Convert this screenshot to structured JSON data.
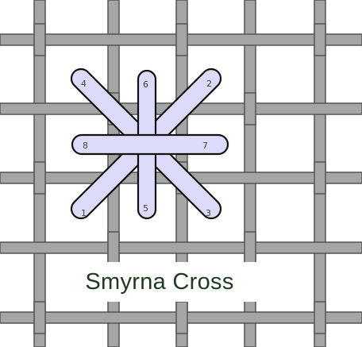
{
  "title": "Smyrna Cross",
  "colors": {
    "background": "#ffffff",
    "thread_fill": "#a5a5a5",
    "thread_outline": "#555555",
    "stitch_fill": "#dcdcfa",
    "stitch_outline": "#111111",
    "label_text": "#1d3a1d"
  },
  "stitch_labels": {
    "s1": "1",
    "s2": "2",
    "s3": "3",
    "s4": "4",
    "s5": "5",
    "s6": "6",
    "s7": "7",
    "s8": "8"
  }
}
